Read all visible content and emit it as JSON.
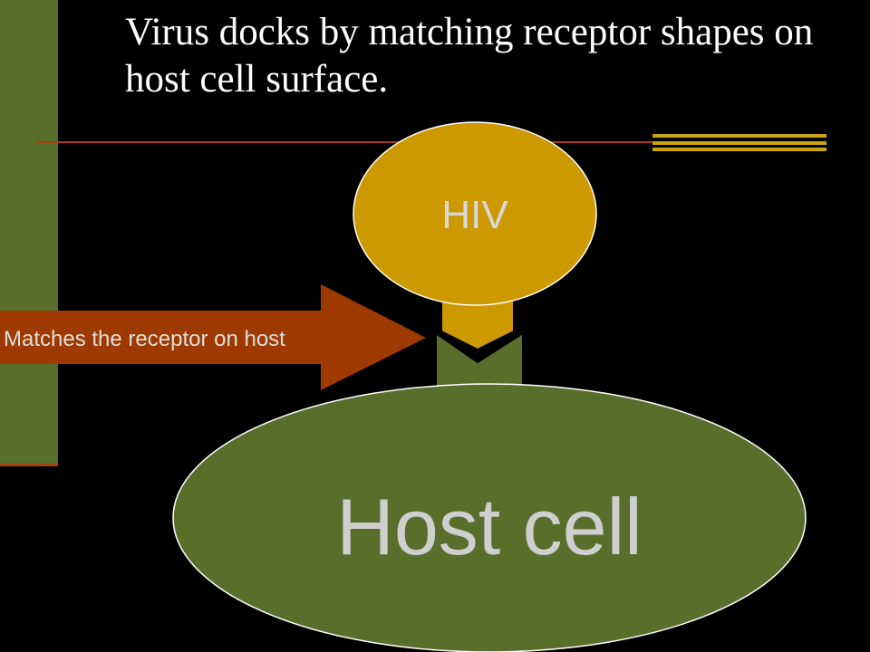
{
  "slide": {
    "title": "Virus docks by matching receptor shapes on host cell surface."
  },
  "diagram": {
    "virus_label": "HIV",
    "host_label": "Host cell",
    "callout_text": "Matches the receptor on host"
  },
  "colors": {
    "background": "#000000",
    "virus": "#cc9900",
    "host": "#5a6e2c",
    "callout_arrow": "#9e3a00",
    "accent_line": "#a33f10",
    "accent_bar": "#c8a414"
  }
}
